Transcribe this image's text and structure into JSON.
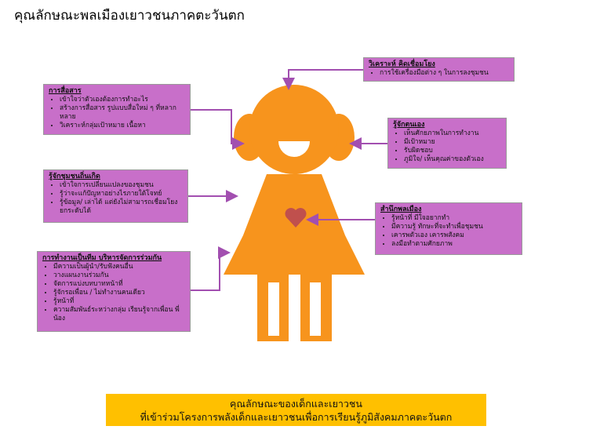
{
  "title": "คุณลักษณะพลเมืองเยาวชนภาคตะวันตก",
  "colors": {
    "figure": "#f7941d",
    "box": "#c86fc9",
    "arrow": "#a24fb0",
    "banner": "#ffc000",
    "heart": "#c0504d"
  },
  "boxes": {
    "communication": {
      "heading": "การสื่อสาร",
      "items": [
        "เข้าใจว่าตัวเองต้องการทำอะไร",
        "สร้างการสื่อสาร รูปแบบสื่อใหม่ ๆ ที่หลากหลาย",
        "วิเคราะห์กลุ่มเป้าหมาย เนื้อหา"
      ]
    },
    "community": {
      "heading": "รู้จักชุมชนถิ่นเกิด",
      "items": [
        "เข้าใจการเปลี่ยนแปลงของชุมชน",
        "รู้ว่าจะแก้ปัญหาอย่างไรภายใต้โจทย์",
        "รู้ข้อมูล/ เล่าได้ แต่ยังไม่สามารถเชื่อมโยงยกระดับได้"
      ]
    },
    "teamwork": {
      "heading": "การทำงานเป็นทีม บริหารจัดการร่วมกัน",
      "items": [
        "มีความเป็นผู้นำ/รับฟังคนอื่น",
        "วางแผนงานร่วมกัน",
        "จัดการแบ่งบทบาทหน้าที่",
        "รู้จักรอเพื่อน / ไม่ทำงานคนเดียว",
        "รู้หน้าที่",
        "ความสัมพันธ์ระหว่างกลุ่ม เรียนรู้จากเพื่อน พี่ น้อง"
      ]
    },
    "analysis": {
      "heading": "วิเคราะห์ คิดเชื่อมโยง",
      "items": [
        "การใช้เครื่องมือต่าง ๆ ในการลงชุมชน"
      ]
    },
    "self": {
      "heading": "รู้จักตนเอง",
      "items": [
        "เห็นศักยภาพในการทำงาน",
        "มีเป้าหมาย",
        "รับผิดชอบ",
        "ภูมิใจ/ เห็นคุณค่าของตัวเอง"
      ]
    },
    "civic": {
      "heading": "สำนึกพลเมือง",
      "items": [
        "รู้หน้าที่ มีใจอยากทำ",
        "มีความรู้ ทักษะที่จะทำเพื่อชุมชน",
        "เคารพตัวเอง เคารพสังคม",
        "ลงมือทำตามศักยภาพ"
      ]
    }
  },
  "banner": {
    "line1": "คุณลักษณะของเด็กและเยาวชน",
    "line2": "ที่เข้าร่วมโครงการพลังเด็กและเยาวชนเพื่อการเรียนรู้ภูมิสังคมภาคตะวันตก"
  }
}
